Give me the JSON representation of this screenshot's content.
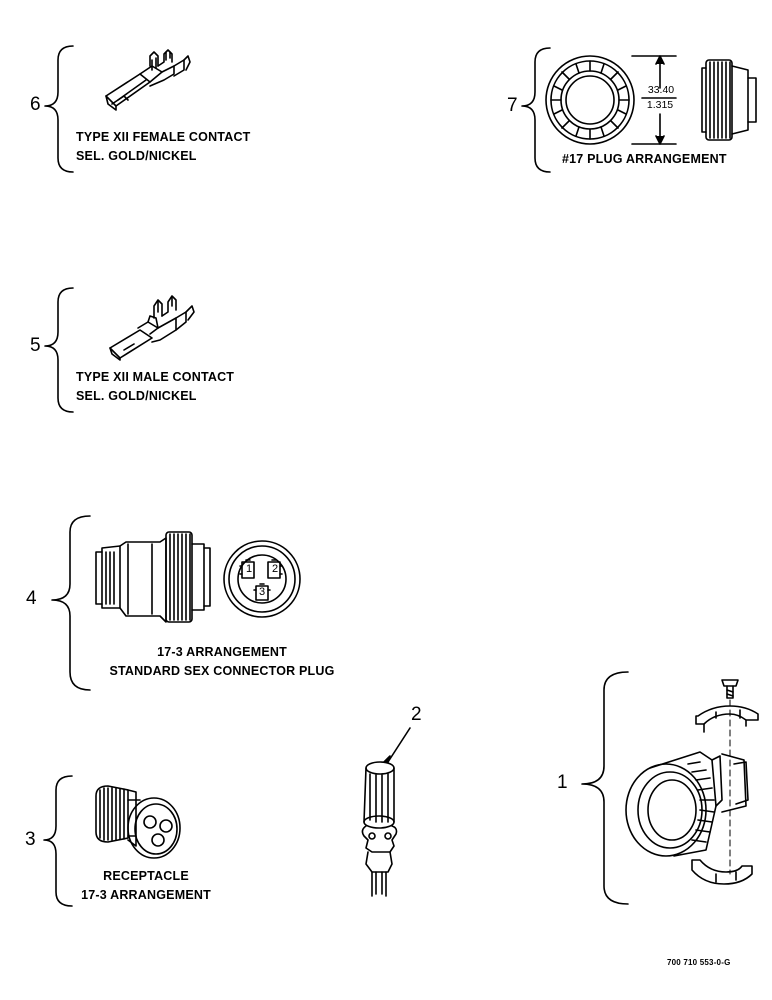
{
  "items": [
    {
      "number": "6",
      "caption": [
        "TYPE XII FEMALE CONTACT",
        "SEL. GOLD/NICKEL"
      ],
      "icon": "female-contact-icon"
    },
    {
      "number": "7",
      "caption": [
        "#17 PLUG ARRANGEMENT"
      ],
      "dimension": {
        "mm": "33.40",
        "in": "1.315"
      },
      "icon": "plug-arrangement-icon"
    },
    {
      "number": "5",
      "caption": [
        "TYPE XII MALE CONTACT",
        "SEL. GOLD/NICKEL"
      ],
      "icon": "male-contact-icon"
    },
    {
      "number": "4",
      "caption": [
        "17-3 ARRANGEMENT",
        "STANDARD SEX CONNECTOR PLUG"
      ],
      "pins": [
        "1",
        "2",
        "3"
      ],
      "icon": "connector-plug-icon"
    },
    {
      "number": "3",
      "caption": [
        "RECEPTACLE",
        "17-3 ARRANGEMENT"
      ],
      "icon": "receptacle-icon"
    },
    {
      "number": "2",
      "caption": [],
      "icon": "contact-tool-icon"
    },
    {
      "number": "1",
      "caption": [],
      "icon": "clamp-assembly-icon"
    }
  ],
  "drawing_number": "700 710 553-0-G"
}
